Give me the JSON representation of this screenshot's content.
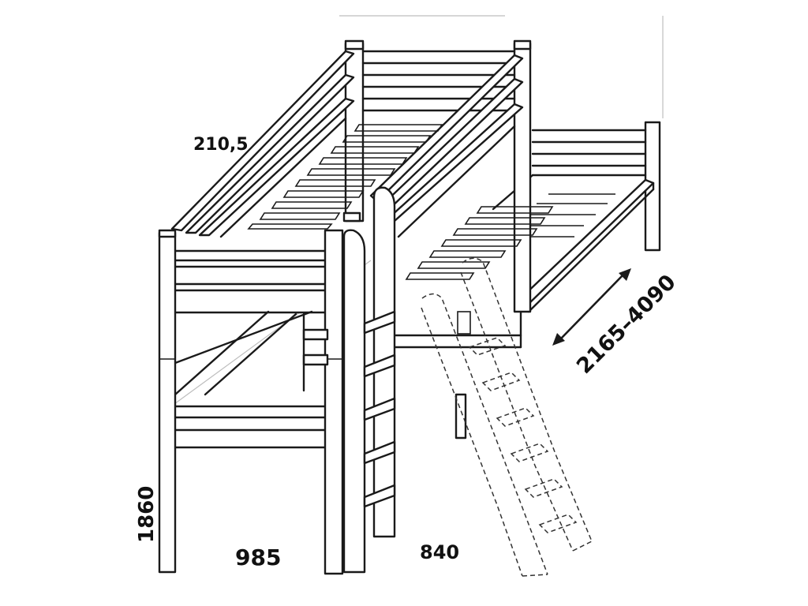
{
  "dimensions": {
    "length": "210,5",
    "height": "1860",
    "width_left": "985",
    "width_right": "840",
    "extension_range": "2165–4090"
  }
}
